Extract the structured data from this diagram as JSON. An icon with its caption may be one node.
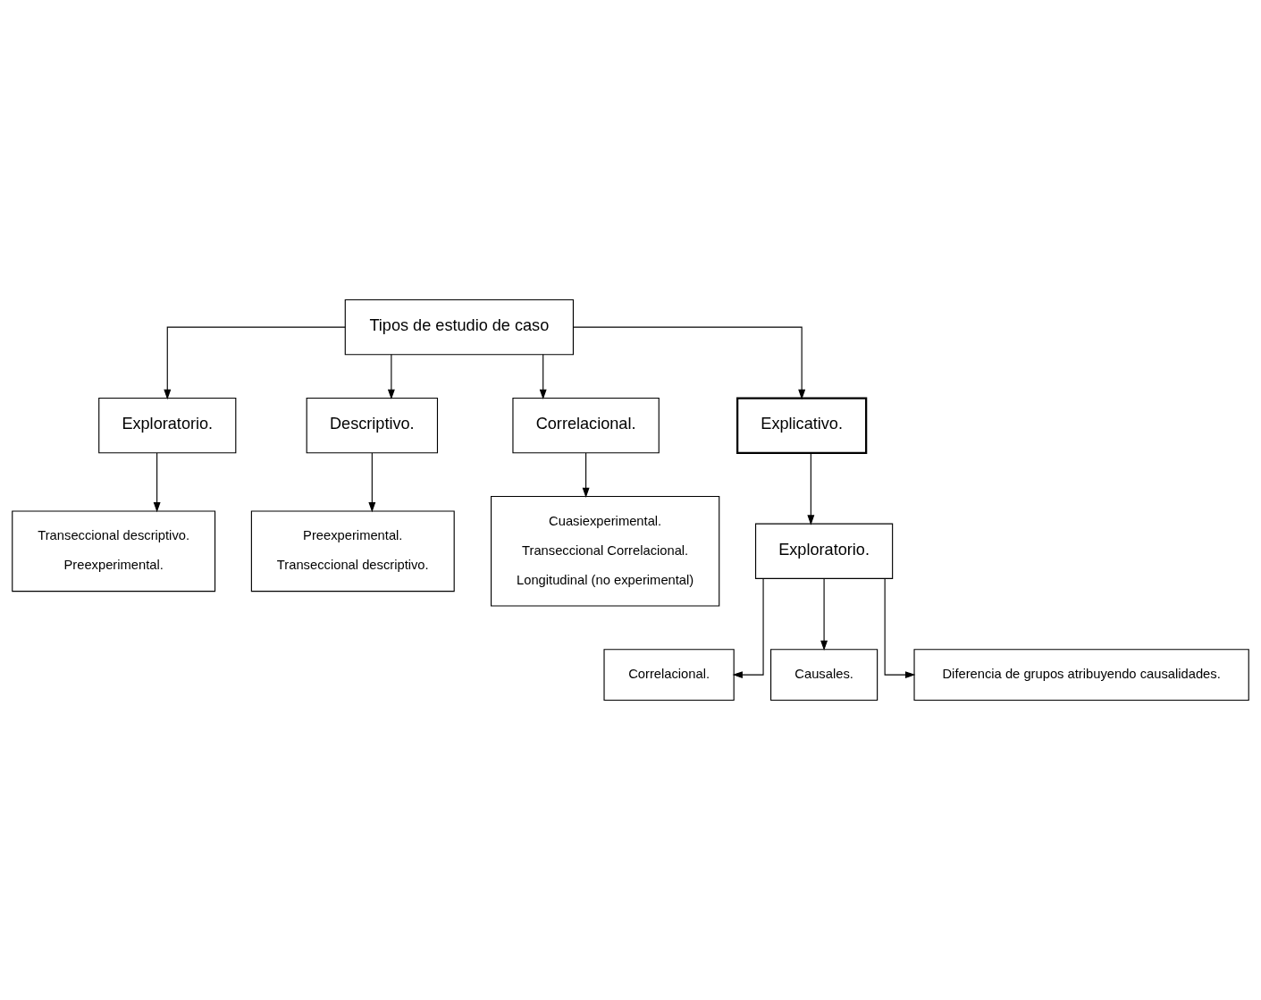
{
  "diagram": {
    "nodes": [
      {
        "text": [
          "Tipos de estudio de caso"
        ]
      },
      {
        "text": [
          "Exploratorio."
        ]
      },
      {
        "text": [
          "Descriptivo."
        ]
      },
      {
        "text": [
          "Correlacional."
        ]
      },
      {
        "text": [
          "Explicativo."
        ]
      },
      {
        "text": [
          "Transeccional descriptivo.",
          "Preexperimental."
        ]
      },
      {
        "text": [
          "Preexperimental.",
          "Transeccional descriptivo."
        ]
      },
      {
        "text": [
          "Cuasiexperimental.",
          "Transeccional Correlacional.",
          "Longitudinal (no experimental)"
        ]
      },
      {
        "text": [
          "Exploratorio."
        ]
      },
      {
        "text": [
          "Correlacional."
        ]
      },
      {
        "text": [
          "Causales."
        ]
      },
      {
        "text": [
          "Diferencia de grupos atribuyendo causalidades."
        ]
      }
    ],
    "edges": [
      {
        "from": 0,
        "to": 1,
        "arrow": "to"
      },
      {
        "from": 0,
        "to": 2,
        "arrow": "to"
      },
      {
        "from": 0,
        "to": 3,
        "arrow": "to"
      },
      {
        "from": 0,
        "to": 4,
        "arrow": "to"
      },
      {
        "from": 1,
        "to": 5,
        "arrow": "to"
      },
      {
        "from": 2,
        "to": 6,
        "arrow": "to"
      },
      {
        "from": 3,
        "to": 7,
        "arrow": "to"
      },
      {
        "from": 4,
        "to": 8,
        "arrow": "to"
      },
      {
        "from": 8,
        "to": 9,
        "arrow": "to"
      },
      {
        "from": 8,
        "to": 10,
        "arrow": "to"
      },
      {
        "from": 8,
        "to": 11,
        "arrow": "to"
      }
    ]
  }
}
